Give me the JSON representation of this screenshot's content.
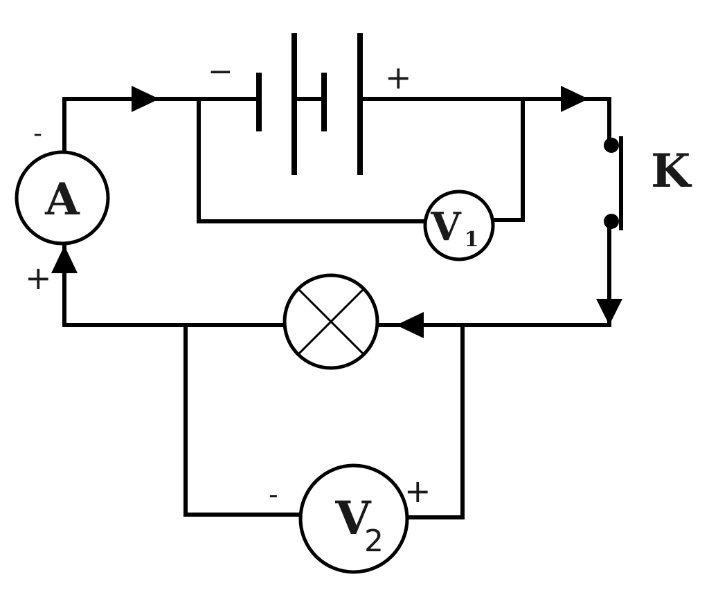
{
  "diagram": {
    "ammeter": {
      "label": "A",
      "minus": "-",
      "plus": "+"
    },
    "battery": {
      "minus": "−",
      "plus": "+"
    },
    "voltmeter1": {
      "label": "V",
      "sub": "1"
    },
    "switch": {
      "label": "K"
    },
    "voltmeter2": {
      "label": "V",
      "sub": "2",
      "minus": "-",
      "plus": "+"
    }
  }
}
